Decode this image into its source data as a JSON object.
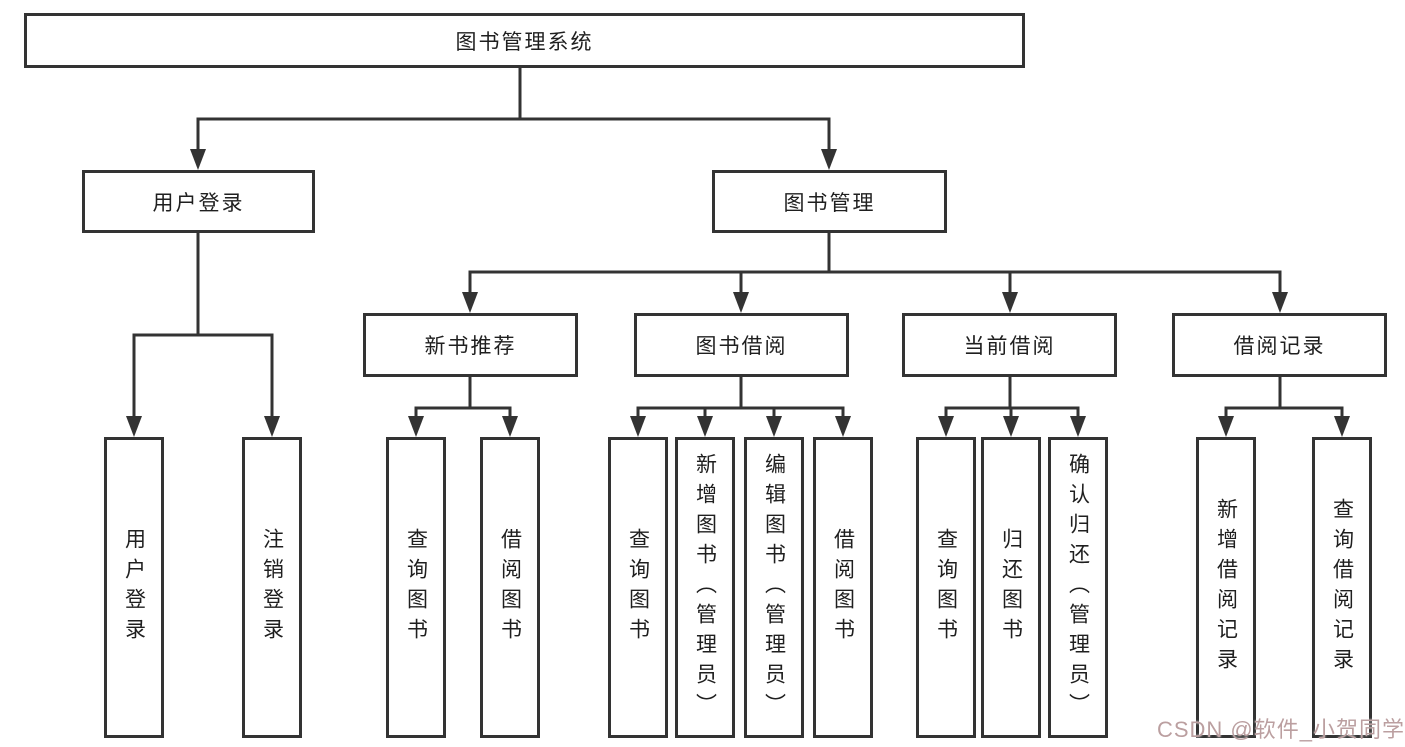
{
  "tree": {
    "label": "图书管理系统",
    "children": [
      {
        "label": "用户登录",
        "children": [
          {
            "label": "用户登录"
          },
          {
            "label": "注销登录"
          }
        ]
      },
      {
        "label": "图书管理",
        "children": [
          {
            "label": "新书推荐",
            "children": [
              {
                "label": "查询图书"
              },
              {
                "label": "借阅图书"
              }
            ]
          },
          {
            "label": "图书借阅",
            "children": [
              {
                "label": "查询图书"
              },
              {
                "label": "新增图书（管理员）"
              },
              {
                "label": "编辑图书（管理员）"
              },
              {
                "label": "借阅图书"
              }
            ]
          },
          {
            "label": "当前借阅",
            "children": [
              {
                "label": "查询图书"
              },
              {
                "label": "归还图书"
              },
              {
                "label": "确认归还（管理员）"
              }
            ]
          },
          {
            "label": "借阅记录",
            "children": [
              {
                "label": "新增借阅记录"
              },
              {
                "label": "查询借阅记录"
              }
            ]
          }
        ]
      }
    ]
  },
  "watermark": {
    "text": "CSDN @软件_小贺同学",
    "color": "#bb9fa0"
  },
  "colors": {
    "line": "#333333",
    "box_border": "#333333",
    "box_background": "#ffffff",
    "text": "#1f1f1f",
    "page_background": "#ffffff"
  }
}
